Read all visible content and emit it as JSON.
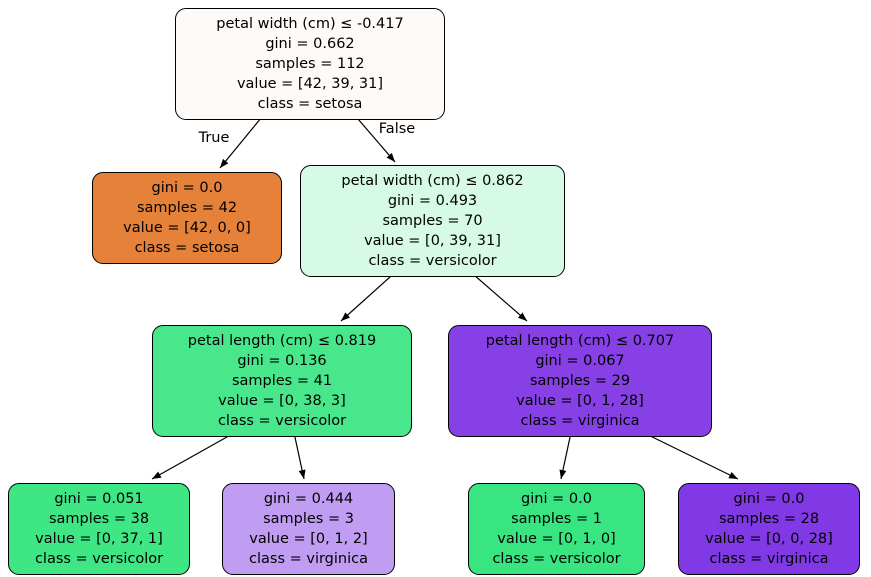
{
  "edges": {
    "true_label": "True",
    "false_label": "False"
  },
  "nodes": [
    {
      "role": "root split",
      "color": "#fefaf7",
      "lines": [
        "petal width (cm) ≤ -0.417",
        "gini = 0.662",
        "samples = 112",
        "value = [42, 39, 31]",
        "class = setosa"
      ]
    },
    {
      "role": "leaf setosa",
      "color": "#e58139",
      "lines": [
        "gini = 0.0",
        "samples = 42",
        "value = [42, 0, 0]",
        "class = setosa"
      ]
    },
    {
      "role": "split petal width",
      "color": "#d6fae5",
      "lines": [
        "petal width (cm) ≤ 0.862",
        "gini = 0.493",
        "samples = 70",
        "value = [0, 39, 31]",
        "class = versicolor"
      ]
    },
    {
      "role": "split petal length left",
      "color": "#49e78b",
      "lines": [
        "petal length (cm) ≤ 0.819",
        "gini = 0.136",
        "samples = 41",
        "value = [0, 38, 3]",
        "class = versicolor"
      ]
    },
    {
      "role": "split petal length right",
      "color": "#8640e6",
      "lines": [
        "petal length (cm) ≤ 0.707",
        "gini = 0.067",
        "samples = 29",
        "value = [0, 1, 28]",
        "class = virginica"
      ]
    },
    {
      "role": "leaf versicolor",
      "color": "#3ee684",
      "lines": [
        "gini = 0.051",
        "samples = 38",
        "value = [0, 37, 1]",
        "class = versicolor"
      ]
    },
    {
      "role": "leaf virginica mixed",
      "color": "#c09cf2",
      "lines": [
        "gini = 0.444",
        "samples = 3",
        "value = [0, 1, 2]",
        "class = virginica"
      ]
    },
    {
      "role": "leaf versicolor single",
      "color": "#39e581",
      "lines": [
        "gini = 0.0",
        "samples = 1",
        "value = [0, 1, 0]",
        "class = versicolor"
      ]
    },
    {
      "role": "leaf virginica pure",
      "color": "#8139e5",
      "lines": [
        "gini = 0.0",
        "samples = 28",
        "value = [0, 0, 28]",
        "class = virginica"
      ]
    }
  ]
}
